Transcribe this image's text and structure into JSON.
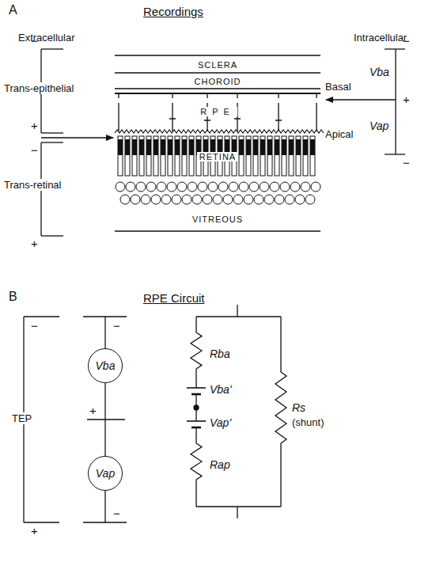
{
  "diagram": {
    "nodes": [
      {
        "text": [
          "SCLERA"
        ]
      },
      {
        "text": [
          "CHOROID"
        ]
      },
      {
        "text": [
          "RPE"
        ]
      },
      {
        "text": [
          "RETINA"
        ]
      },
      {
        "text": [
          "VITREOUS"
        ]
      },
      {
        "text": [
          "Vba"
        ]
      },
      {
        "text": [
          "Vap"
        ]
      }
    ],
    "edges": [
      {
        "from": 5,
        "to": 6,
        "arrow": "none"
      }
    ],
    "labels": [
      "A",
      "Recordings",
      "Extracellular",
      "Intracellular",
      "−",
      "Trans-epithelial",
      "+",
      "−",
      "Trans-retinal",
      "+",
      "Basal",
      "Apical",
      "−",
      "Vba",
      "+",
      "Vap",
      "−",
      "B",
      "RPE Circuit",
      "−",
      "TEP",
      "+",
      "−",
      "+",
      "−",
      "Rba",
      "Vba'",
      "Vap'",
      "Rap",
      "Rs",
      "(shunt)"
    ]
  }
}
